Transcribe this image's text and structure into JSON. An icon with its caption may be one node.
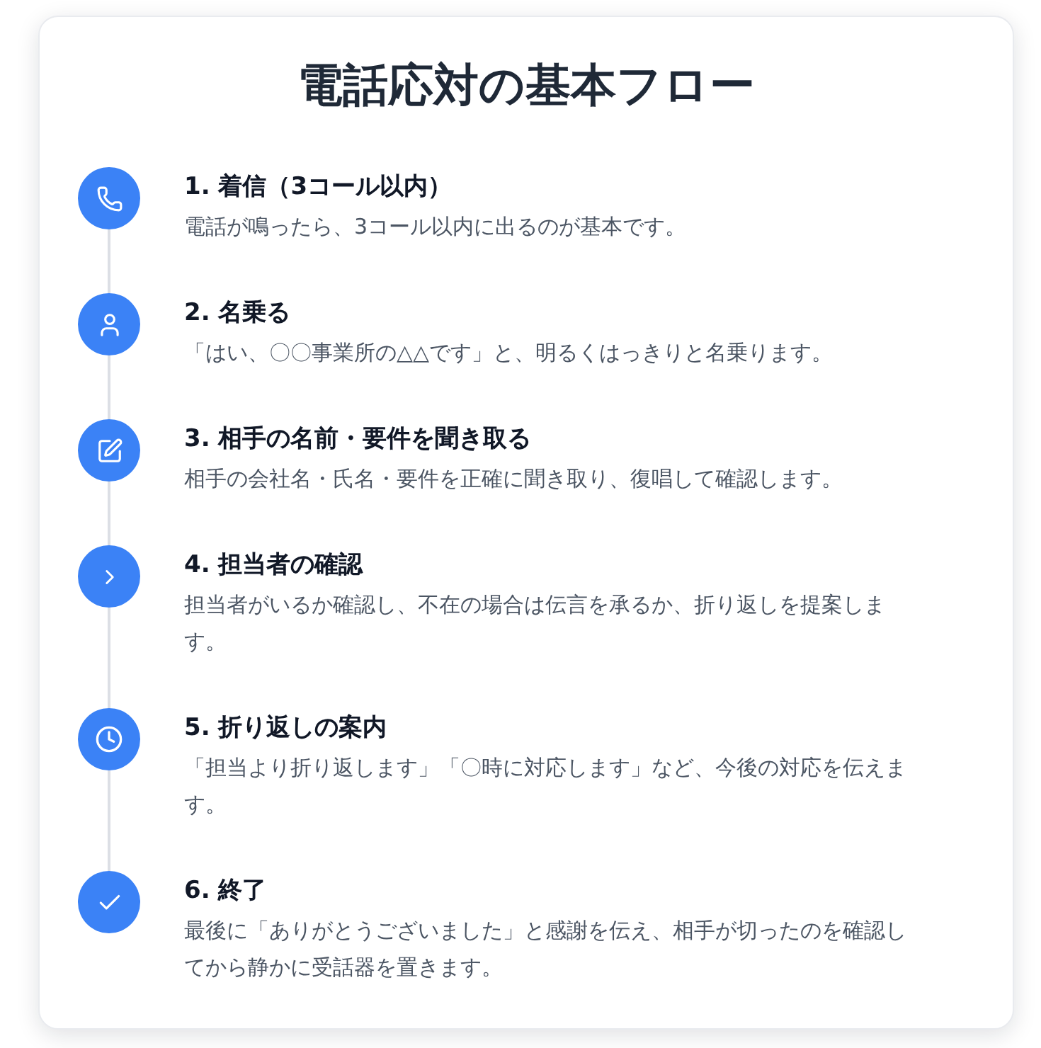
{
  "diagram": {
    "title": "電話応対の基本フロー",
    "nodes": [
      {
        "text": [
          "1. 着信（3コール以内）",
          "電話が鳴ったら、3コール以内に出るのが基本です。"
        ]
      },
      {
        "text": [
          "2. 名乗る",
          "「はい、〇〇事業所の△△です」と、明るくはっきりと名乗ります。"
        ]
      },
      {
        "text": [
          "3. 相手の名前・要件を聞き取る",
          "相手の会社名・氏名・要件を正確に聞き取り、復唱して確認します。"
        ]
      },
      {
        "text": [
          "4. 担当者の確認",
          "担当者がいるか確認し、不在の場合は伝言を承るか、折り返しを提案します。"
        ]
      },
      {
        "text": [
          "5. 折り返しの案内",
          "「担当より折り返します」「〇時に対応します」など、今後の対応を伝えます。"
        ]
      },
      {
        "text": [
          "6. 終了",
          "最後に「ありがとうございました」と感謝を伝え、相手が切ったのを確認してから静かに受話器を置きます。"
        ]
      }
    ],
    "edges": [
      {
        "from": 0,
        "to": 1,
        "arrow": "none"
      },
      {
        "from": 1,
        "to": 2,
        "arrow": "none"
      },
      {
        "from": 2,
        "to": 3,
        "arrow": "none"
      },
      {
        "from": 3,
        "to": 4,
        "arrow": "none"
      },
      {
        "from": 4,
        "to": 5,
        "arrow": "none"
      }
    ]
  }
}
